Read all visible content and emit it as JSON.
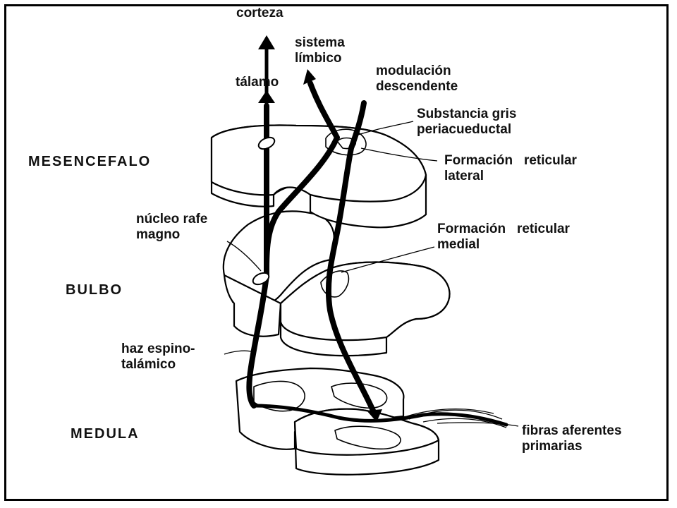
{
  "labels": {
    "corteza": "corteza",
    "sistema_limbico": [
      "sistema",
      "límbico"
    ],
    "talamo": "tálamo",
    "modulacion": [
      "modulación",
      "descendente"
    ],
    "substancia_gris": [
      "Substancia gris",
      "periacueductal"
    ],
    "mesencefalo": "MESENCEFALO",
    "formacion_lateral": [
      "Formación   reticular",
      "lateral"
    ],
    "nucleo_rafe": [
      "núcleo rafe",
      "magno"
    ],
    "formacion_medial": [
      "Formación   reticular",
      "medial"
    ],
    "bulbo": "BULBO",
    "haz_espino": [
      "haz espino-",
      "talámico"
    ],
    "medula": "MEDULA",
    "fibras": [
      "fibras aferentes",
      "primarias"
    ]
  }
}
